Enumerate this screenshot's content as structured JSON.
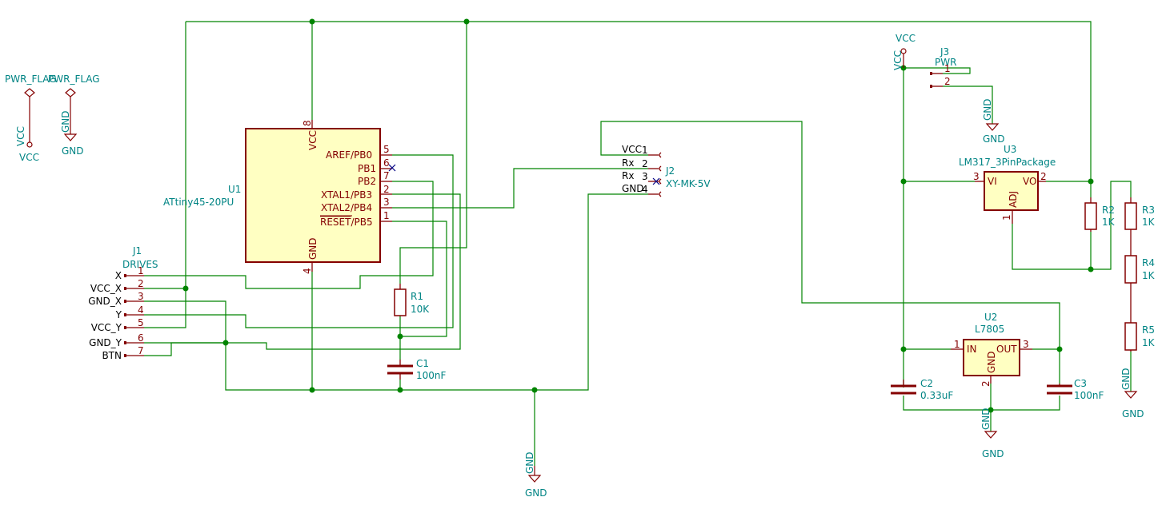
{
  "colors": {
    "wire": "#008400",
    "symbol": "#840000",
    "body_fill": "#ffffc2",
    "label": "#008484",
    "pin_name": "#840000"
  },
  "flags": {
    "pwr_flag_1": "PWR_FLAG",
    "pwr_flag_2": "PWR_FLAG",
    "vcc_left": "VCC",
    "gnd_left": "GND"
  },
  "u1": {
    "ref": "U1",
    "value": "ATtiny45-20PU",
    "pins": {
      "vcc_name": "VCC",
      "vcc_num": "8",
      "gnd_name": "GND",
      "gnd_num": "4",
      "aref_name": "AREF/PB0",
      "aref_num": "5",
      "pb1_name": "PB1",
      "pb1_num": "6",
      "pb2_name": "PB2",
      "pb2_num": "7",
      "xtal1_name": "XTAL1/PB3",
      "xtal1_num": "2",
      "xtal2_name": "XTAL2/PB4",
      "xtal2_num": "3",
      "reset_name": "RESET",
      "reset_suffix": "/PB5",
      "reset_num": "1"
    }
  },
  "j1": {
    "ref": "J1",
    "value": "DRIVES",
    "pins": [
      {
        "label": "X",
        "num": "1"
      },
      {
        "label": "VCC_X",
        "num": "2"
      },
      {
        "label": "GND_X",
        "num": "3"
      },
      {
        "label": "Y",
        "num": "4"
      },
      {
        "label": "VCC_Y",
        "num": "5"
      },
      {
        "label": "GND_Y",
        "num": "6"
      },
      {
        "label": "BTN",
        "num": "7"
      }
    ]
  },
  "j2": {
    "ref": "J2",
    "value": "XY-MK-5V",
    "pins": [
      {
        "label": "VCC",
        "num": "1"
      },
      {
        "label": "Rx",
        "num": "2"
      },
      {
        "label": "Rx",
        "num": "3"
      },
      {
        "label": "GND",
        "num": "4"
      }
    ]
  },
  "r1": {
    "ref": "R1",
    "value": "10K"
  },
  "c1": {
    "ref": "C1",
    "value": "100nF"
  },
  "gnd_bottom": "GND",
  "j3": {
    "ref": "J3",
    "value": "PWR",
    "pin1": "1",
    "pin2": "2",
    "vcc": "VCC",
    "vcc_rot": "VCC",
    "gnd": "GND",
    "gnd_rot": "GND"
  },
  "u3": {
    "ref": "U3",
    "value": "LM317_3PinPackage",
    "vi": "VI",
    "vo": "VO",
    "adj": "ADJ",
    "vi_num": "3",
    "vo_num": "2",
    "adj_num": "1"
  },
  "r2": {
    "ref": "R2",
    "value": "1K"
  },
  "r3": {
    "ref": "R3",
    "value": "1K"
  },
  "r4": {
    "ref": "R4",
    "value": "1K"
  },
  "r5": {
    "ref": "R5",
    "value": "1K"
  },
  "gnd_right": "GND",
  "u2": {
    "ref": "U2",
    "value": "L7805",
    "in": "IN",
    "out": "OUT",
    "gnd": "GND",
    "in_num": "1",
    "out_num": "3",
    "gnd_num": "2"
  },
  "c2": {
    "ref": "C2",
    "value": "0.33uF"
  },
  "c3": {
    "ref": "C3",
    "value": "100nF"
  },
  "gnd_u2": "GND"
}
